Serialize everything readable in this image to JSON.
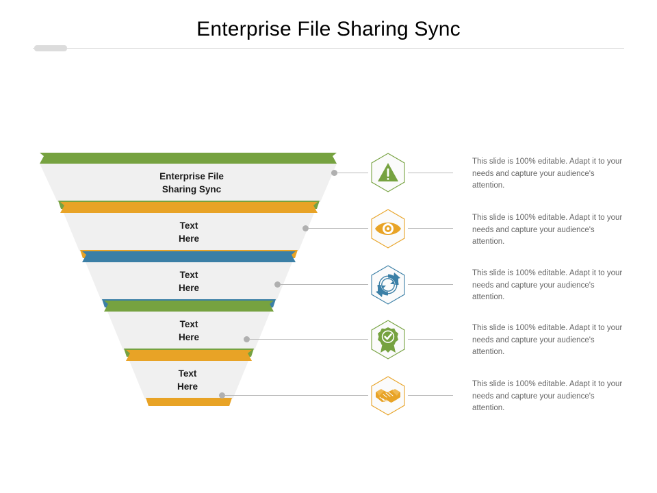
{
  "header": {
    "title": "Enterprise File Sharing Sync"
  },
  "colors": {
    "green": "#76a240",
    "orange": "#e8a326",
    "blue": "#3b7fa6",
    "funnel_body": "#f0f0f0",
    "connector": "#b8b8b8",
    "dot": "#b0b0b0",
    "body_text": "#656565",
    "title_text": "#000000"
  },
  "funnel": {
    "levels": [
      {
        "id": "level-1",
        "label": "Enterprise File\nSharing Sync",
        "color": "#76a240",
        "color_name": "green"
      },
      {
        "id": "level-2",
        "label": "Text\nHere",
        "color": "#e8a326",
        "color_name": "orange"
      },
      {
        "id": "level-3",
        "label": "Text\nHere",
        "color": "#3b7fa6",
        "color_name": "blue"
      },
      {
        "id": "level-4",
        "label": "Text\nHere",
        "color": "#76a240",
        "color_name": "green"
      },
      {
        "id": "level-5",
        "label": "Text\nHere",
        "color": "#e8a326",
        "color_name": "orange"
      }
    ]
  },
  "items": [
    {
      "icon": "warning-triangle-icon",
      "icon_color": "#76a240",
      "text": "This slide is 100% editable. Adapt it to your needs and capture your audience's attention."
    },
    {
      "icon": "eye-icon",
      "icon_color": "#e8a326",
      "text": "This slide is 100% editable. Adapt it to your needs and capture your audience's attention."
    },
    {
      "icon": "sync-refresh-icon",
      "icon_color": "#3b7fa6",
      "text": "This slide is 100% editable. Adapt it to your needs and capture your audience's attention."
    },
    {
      "icon": "award-badge-icon",
      "icon_color": "#76a240",
      "text": "This slide is 100% editable. Adapt it to your needs and capture your audience's attention."
    },
    {
      "icon": "handshake-icon",
      "icon_color": "#e8a326",
      "text": "This slide is 100% editable. Adapt it to your needs and capture your audience's attention."
    }
  ]
}
